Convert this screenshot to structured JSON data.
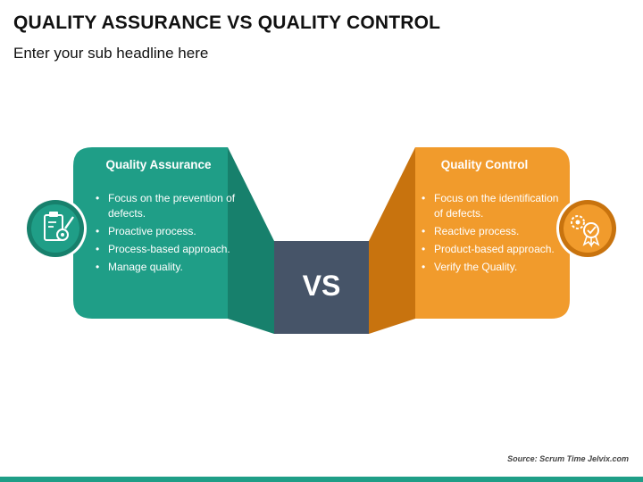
{
  "title": "QUALITY ASSURANCE VS QUALITY CONTROL",
  "subtitle": "Enter your sub headline here",
  "vs": "VS",
  "left": {
    "heading": "Quality Assurance",
    "icon": "clipboard-gear-icon",
    "color": "#1f9e87",
    "dark_color": "#17806c",
    "items": [
      "Focus on the prevention of defects.",
      "Proactive process.",
      "Process-based approach.",
      "Manage quality."
    ]
  },
  "right": {
    "heading": "Quality Control",
    "icon": "gear-award-badge-icon",
    "color": "#f19b2c",
    "dark_color": "#c8730e",
    "items": [
      "Focus on the identification of defects.",
      "Reactive process.",
      "Product-based approach.",
      "Verify the Quality."
    ]
  },
  "center_color": "#465468",
  "source": "Source: Scrum Time Jelvix.com"
}
